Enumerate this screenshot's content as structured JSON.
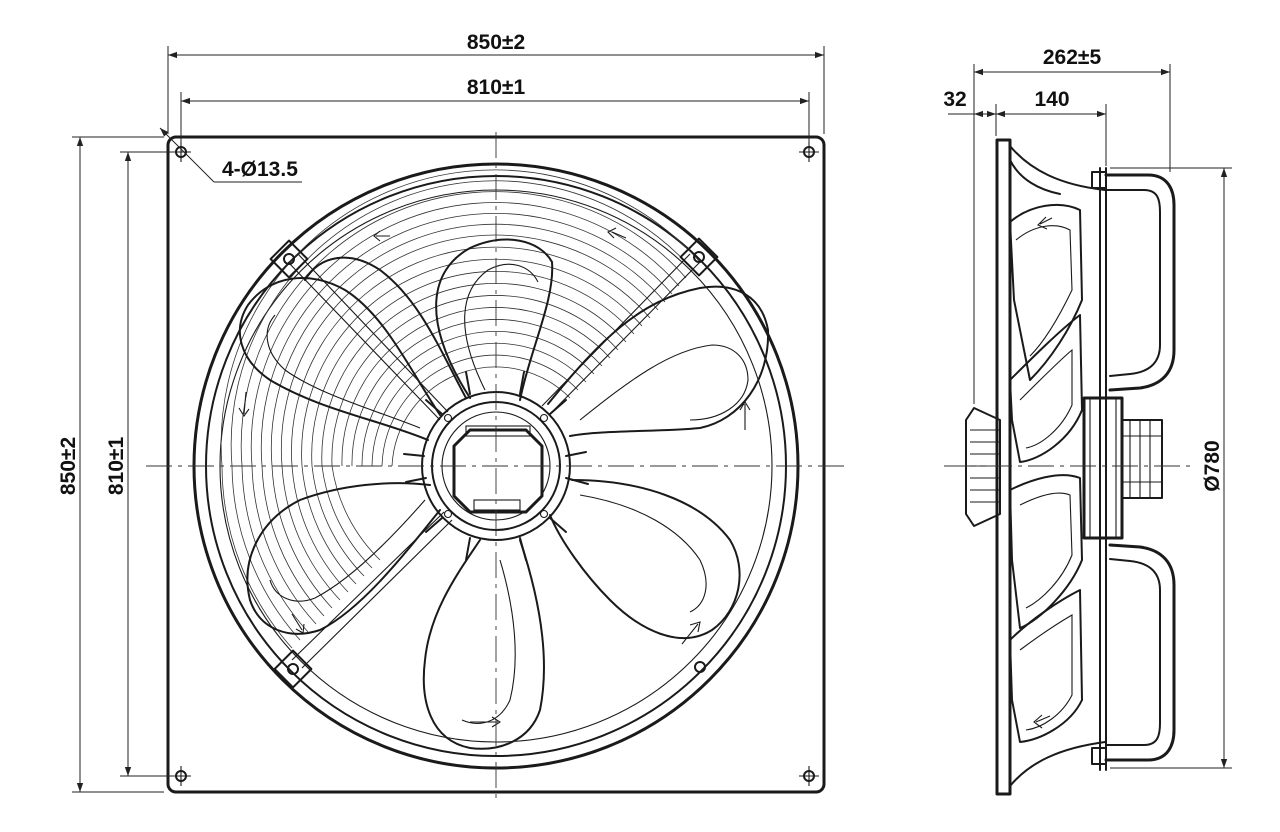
{
  "front_view": {
    "width_outer": "850±2",
    "width_holes": "810±1",
    "height_outer": "850±2",
    "height_holes": "810±1",
    "holes": "4-Ø13.5"
  },
  "side_view": {
    "depth_total": "262±5",
    "flange_offset": "32",
    "motor_depth": "140",
    "diameter": "Ø780"
  }
}
